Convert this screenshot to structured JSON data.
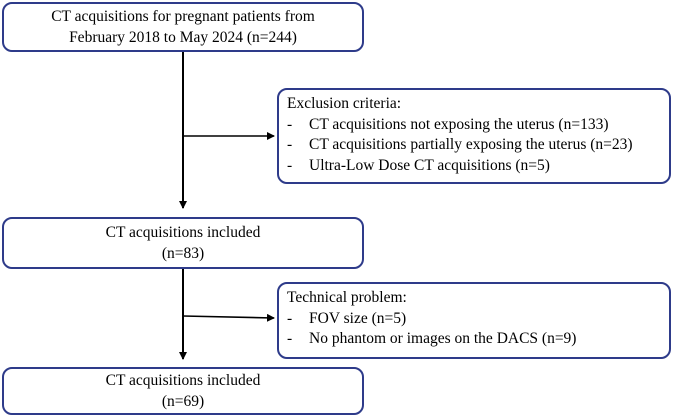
{
  "box1": {
    "line1": "CT acquisitions for pregnant patients from",
    "line2": "February 2018 to May 2024 (n=244)"
  },
  "exclusion": {
    "title": "Exclusion criteria:",
    "items": [
      "CT acquisitions not exposing the uterus (n=133)",
      "CT acquisitions partially exposing the uterus (n=23)",
      "Ultra-Low Dose CT acquisitions (n=5)"
    ]
  },
  "box2": {
    "line1": "CT acquisitions included",
    "line2": "(n=83)"
  },
  "technical": {
    "title": "Technical problem:",
    "items": [
      "FOV size (n=5)",
      "No phantom or images on the DACS (n=9)"
    ]
  },
  "box3": {
    "line1": "CT acquisitions included",
    "line2": "(n=69)"
  },
  "colors": {
    "box_border": "#2e3b8a",
    "arrow": "#000000"
  }
}
